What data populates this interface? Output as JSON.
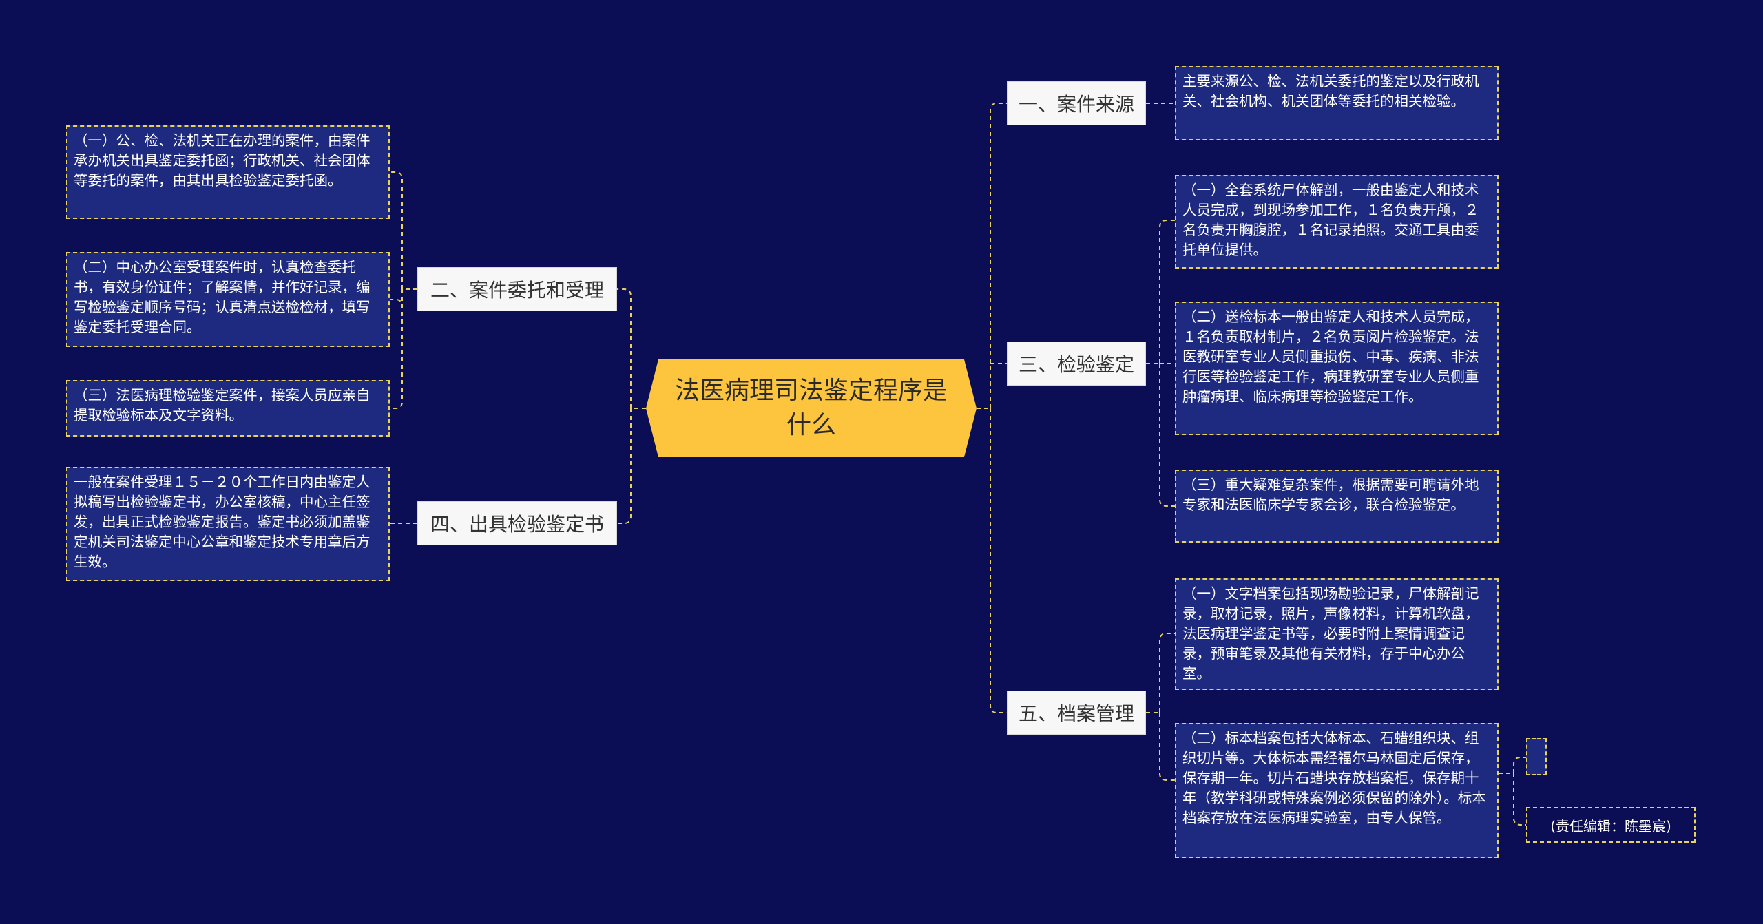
{
  "root": {
    "title": "法医病理司法鉴定程序是什么"
  },
  "branches": {
    "b1": {
      "label": "一、案件来源"
    },
    "b2": {
      "label": "二、案件委托和受理"
    },
    "b3": {
      "label": "三、检验鉴定"
    },
    "b4": {
      "label": "四、出具检验鉴定书"
    },
    "b5": {
      "label": "五、档案管理"
    }
  },
  "leaves": {
    "b1_1": "主要来源公、检、法机关委托的鉴定以及行政机关、社会机构、机关团体等委托的相关检验。",
    "b2_1": "（一）公、检、法机关正在办理的案件，由案件承办机关出具鉴定委托函；行政机关、社会团体等委托的案件，由其出具检验鉴定委托函。",
    "b2_2": "（二）中心办公室受理案件时，认真检查委托书，有效身份证件；了解案情，并作好记录，编写检验鉴定顺序号码；认真清点送检检材，填写鉴定委托受理合同。",
    "b2_3": "（三）法医病理检验鉴定案件，接案人员应亲自提取检验标本及文字资料。",
    "b3_1": "（一）全套系统尸体解剖，一般由鉴定人和技术人员完成，到现场参加工作，１名负责开颅，２名负责开胸腹腔，１名记录拍照。交通工具由委托单位提供。",
    "b3_2": "（二）送检标本一般由鉴定人和技术人员完成，１名负责取材制片，２名负责阅片检验鉴定。法医教研室专业人员侧重损伤、中毒、疾病、非法行医等检验鉴定工作，病理教研室专业人员侧重肿瘤病理、临床病理等检验鉴定工作。",
    "b3_3": "（三）重大疑难复杂案件，根据需要可聘请外地专家和法医临床学专家会诊，联合检验鉴定。",
    "b4_1": "一般在案件受理１５－２０个工作日内由鉴定人拟稿写出检验鉴定书，办公室核稿，中心主任签发，出具正式检验鉴定报告。鉴定书必须加盖鉴定机关司法鉴定中心公章和鉴定技术专用章后方生效。",
    "b5_1": "（一）文字档案包括现场勘验记录，尸体解剖记录，取材记录，照片，声像材料，计算机软盘，法医病理学鉴定书等，必要时附上案情调查记录，预审笔录及其他有关材料，存于中心办公室。",
    "b5_2": "（二）标本档案包括大体标本、石蜡组织块、组织切片等。大体标本需经福尔马林固定后保存，保存期一年。切片石蜡块存放档案柜，保存期十年（教学科研或特殊案例必须保留的除外）。标本档案存放在法医病理实验室，由专人保管。",
    "b5_2_credit": "(责任编辑：陈墨宸)"
  },
  "colors": {
    "background": "#0b0d55",
    "root": "#fdc43e",
    "leaf": "#1d2a80",
    "connector": "#e8d25a"
  }
}
